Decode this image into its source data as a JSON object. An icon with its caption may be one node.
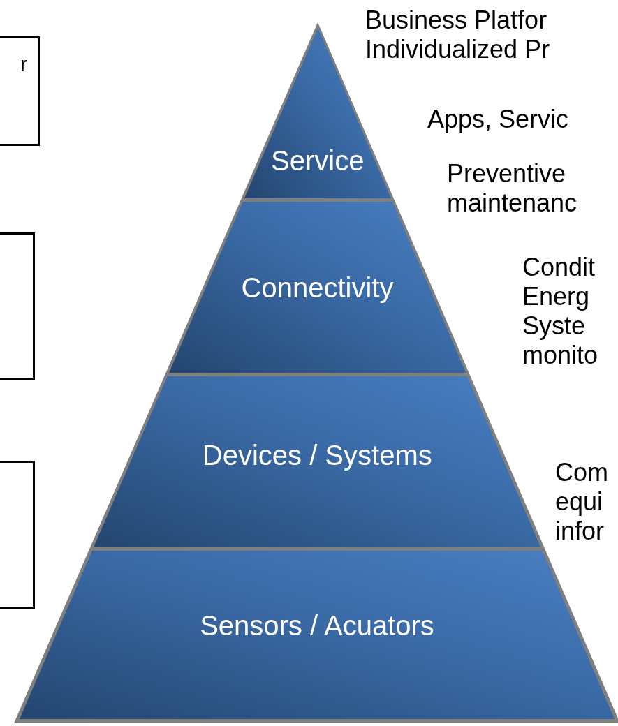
{
  "diagram": {
    "nodes": [
      {
        "text": [
          "r"
        ]
      },
      {
        "text": [],
        "shape": "box"
      },
      {
        "text": [],
        "shape": "box"
      },
      {
        "text": [
          "Service"
        ]
      },
      {
        "text": [
          "Connectivity"
        ]
      },
      {
        "text": [
          "Devices / Systems"
        ]
      },
      {
        "text": [
          "Sensors / Acuators"
        ]
      }
    ],
    "labels": [
      "Business Platfor Individualized Pr",
      "Apps, Servic",
      "Preventive maintenanc",
      "Condit Energ Syste monito",
      "Com equi infor"
    ]
  }
}
